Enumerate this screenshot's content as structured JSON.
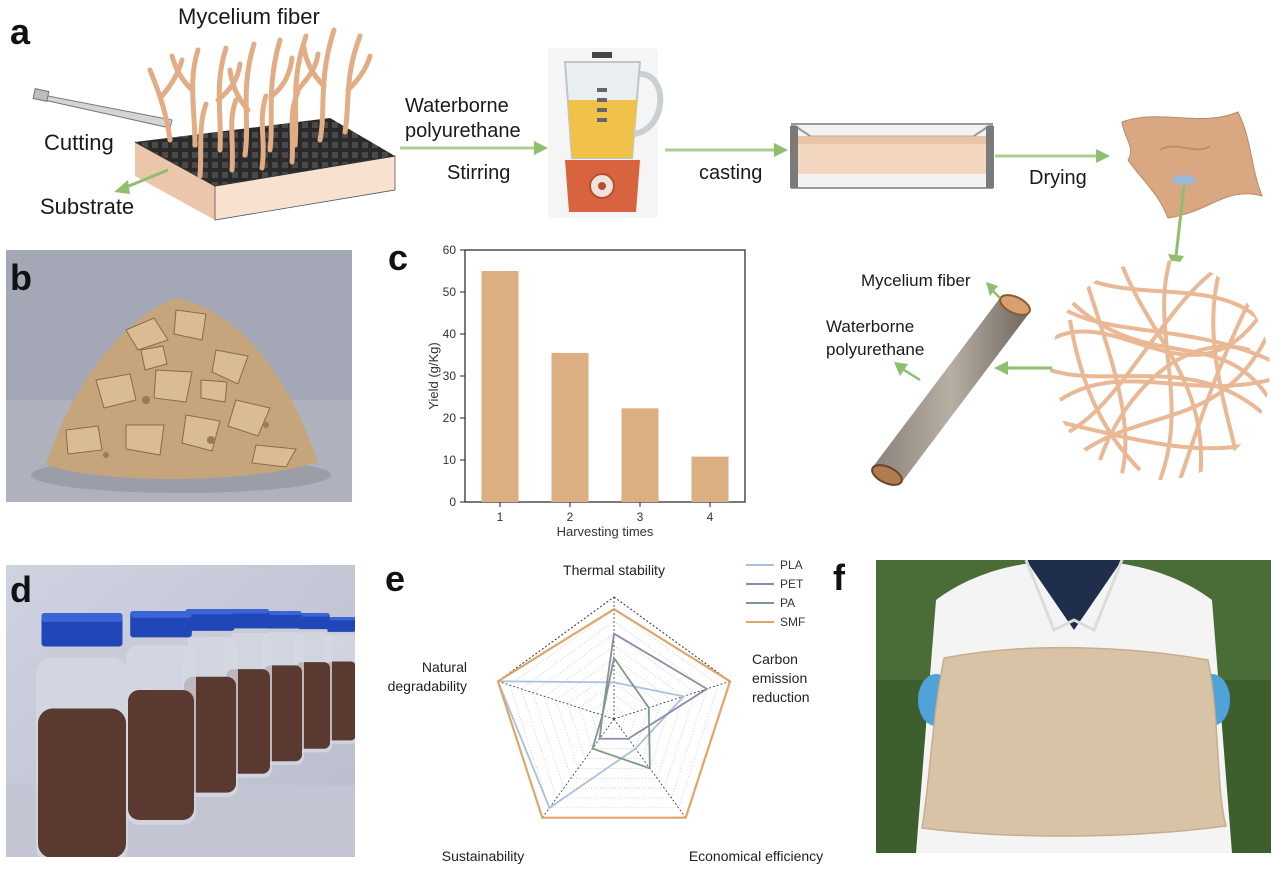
{
  "panels": {
    "a": "a",
    "b": "b",
    "c": "c",
    "d": "d",
    "e": "e",
    "f": "f"
  },
  "process": {
    "mycelium_fiber": "Mycelium fiber",
    "cutting": "Cutting",
    "substrate": "Substrate",
    "waterborne": "Waterborne",
    "polyurethane": "polyurethane",
    "stirring": "Stirring",
    "casting": "casting",
    "drying": "Drying",
    "roll_mycelium": "Mycelium fiber",
    "roll_waterborne": "Waterborne",
    "roll_polyurethane": "polyurethane"
  },
  "colors": {
    "fiber": "#e8b48f",
    "bar": "#dcaf82",
    "arrow": "#8fbf6e",
    "substrate": "#f6dcc8",
    "grid": "#2f2f2f",
    "pla": "#a9c0df",
    "pet": "#8c8ca8",
    "pa": "#7d9a88",
    "smf": "#e0a56a"
  },
  "chart_data": [
    {
      "type": "bar",
      "categories": [
        "1",
        "2",
        "3",
        "4"
      ],
      "values": [
        55,
        35.5,
        22.3,
        10.8
      ],
      "xlabel": "Harvesting times",
      "ylabel": "Yield (g/Kg)",
      "ylim": [
        0,
        60
      ],
      "yticks": [
        "0",
        "10",
        "20",
        "30",
        "40",
        "50",
        "60"
      ],
      "grid": false
    },
    {
      "type": "radar",
      "axes": [
        "Thermal stability",
        "Carbon emission reduction",
        "Economical efficiency",
        "Sustainability",
        "Natural degradability"
      ],
      "axis_label_lines": [
        [
          "Thermal stability"
        ],
        [
          "Carbon",
          "emission",
          "reduction"
        ],
        [
          "Economical efficiency"
        ],
        [
          "Sustainability"
        ],
        [
          "Natural",
          "degradability"
        ]
      ],
      "range": [
        0,
        10
      ],
      "legend_position": "top-right",
      "series": [
        {
          "name": "PLA",
          "values": [
            3,
            6,
            3,
            9,
            10
          ]
        },
        {
          "name": "PET",
          "values": [
            7,
            8,
            2,
            2,
            1
          ]
        },
        {
          "name": "PA",
          "values": [
            5,
            3,
            5,
            3,
            1
          ]
        },
        {
          "name": "SMF",
          "values": [
            9,
            10,
            10,
            10,
            10
          ]
        }
      ]
    }
  ]
}
